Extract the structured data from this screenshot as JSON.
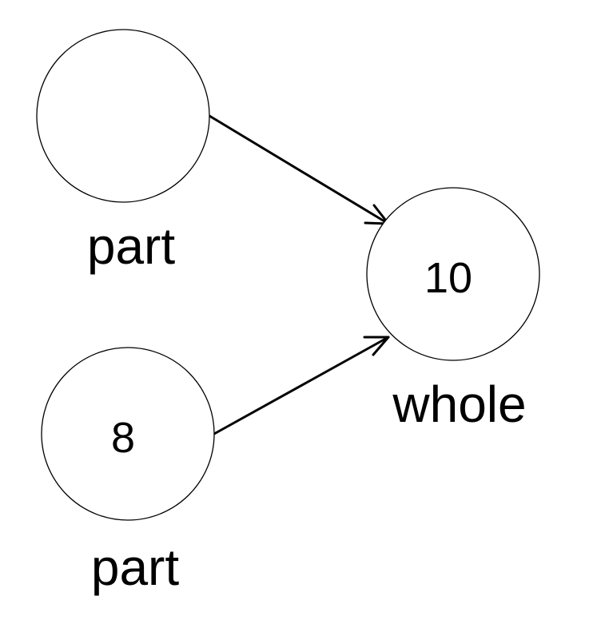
{
  "diagram": {
    "part_top": {
      "value": "",
      "label": "part"
    },
    "part_bottom": {
      "value": "8",
      "label": "part"
    },
    "whole": {
      "value": "10",
      "label": "whole"
    }
  }
}
